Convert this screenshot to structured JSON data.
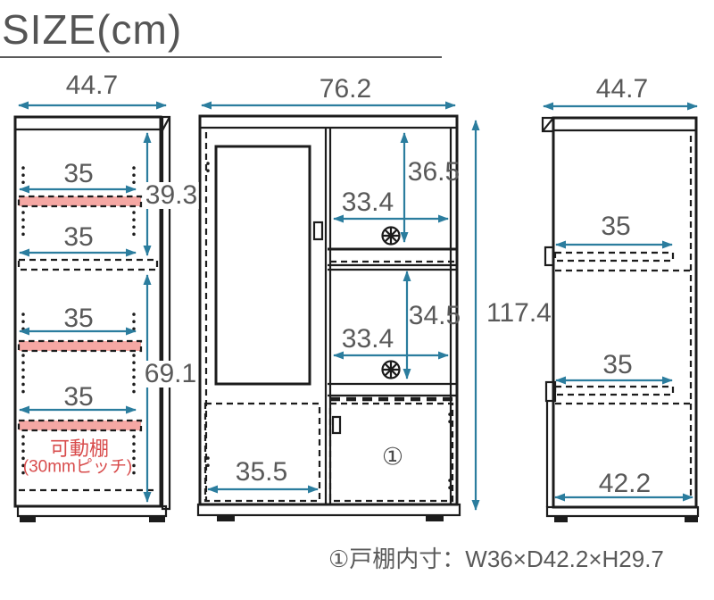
{
  "title": "SIZE(cm)",
  "unit_note": "cm",
  "colors": {
    "dimension_arrow": "#2b7d9e",
    "line": "#1c1c1c",
    "shelf_highlight": "#f5a8a4",
    "note_red": "#d84c4c",
    "text_gray": "#595959"
  },
  "left_view": {
    "width": "44.7",
    "upper_section_height": "39.3",
    "lower_section_height": "69.1",
    "shelf_width_1": "35",
    "shelf_width_2": "35",
    "shelf_width_3": "35",
    "shelf_width_4": "35",
    "movable_shelf_note_line1": "可動棚",
    "movable_shelf_note_line2": "(30mmピッチ)"
  },
  "front_view": {
    "width": "76.2",
    "total_height": "117.4",
    "upper_compartment_height": "36.5",
    "upper_compartment_width": "33.4",
    "lower_compartment_height": "34.5",
    "lower_compartment_width": "33.4",
    "door_inner_width": "35.5",
    "door_mark": "①"
  },
  "right_view": {
    "width": "44.7",
    "slide_shelf_width_1": "35",
    "slide_shelf_width_2": "35",
    "bottom_depth": "42.2"
  },
  "footnote": "①戸棚内寸：W36×D42.2×H29.7"
}
